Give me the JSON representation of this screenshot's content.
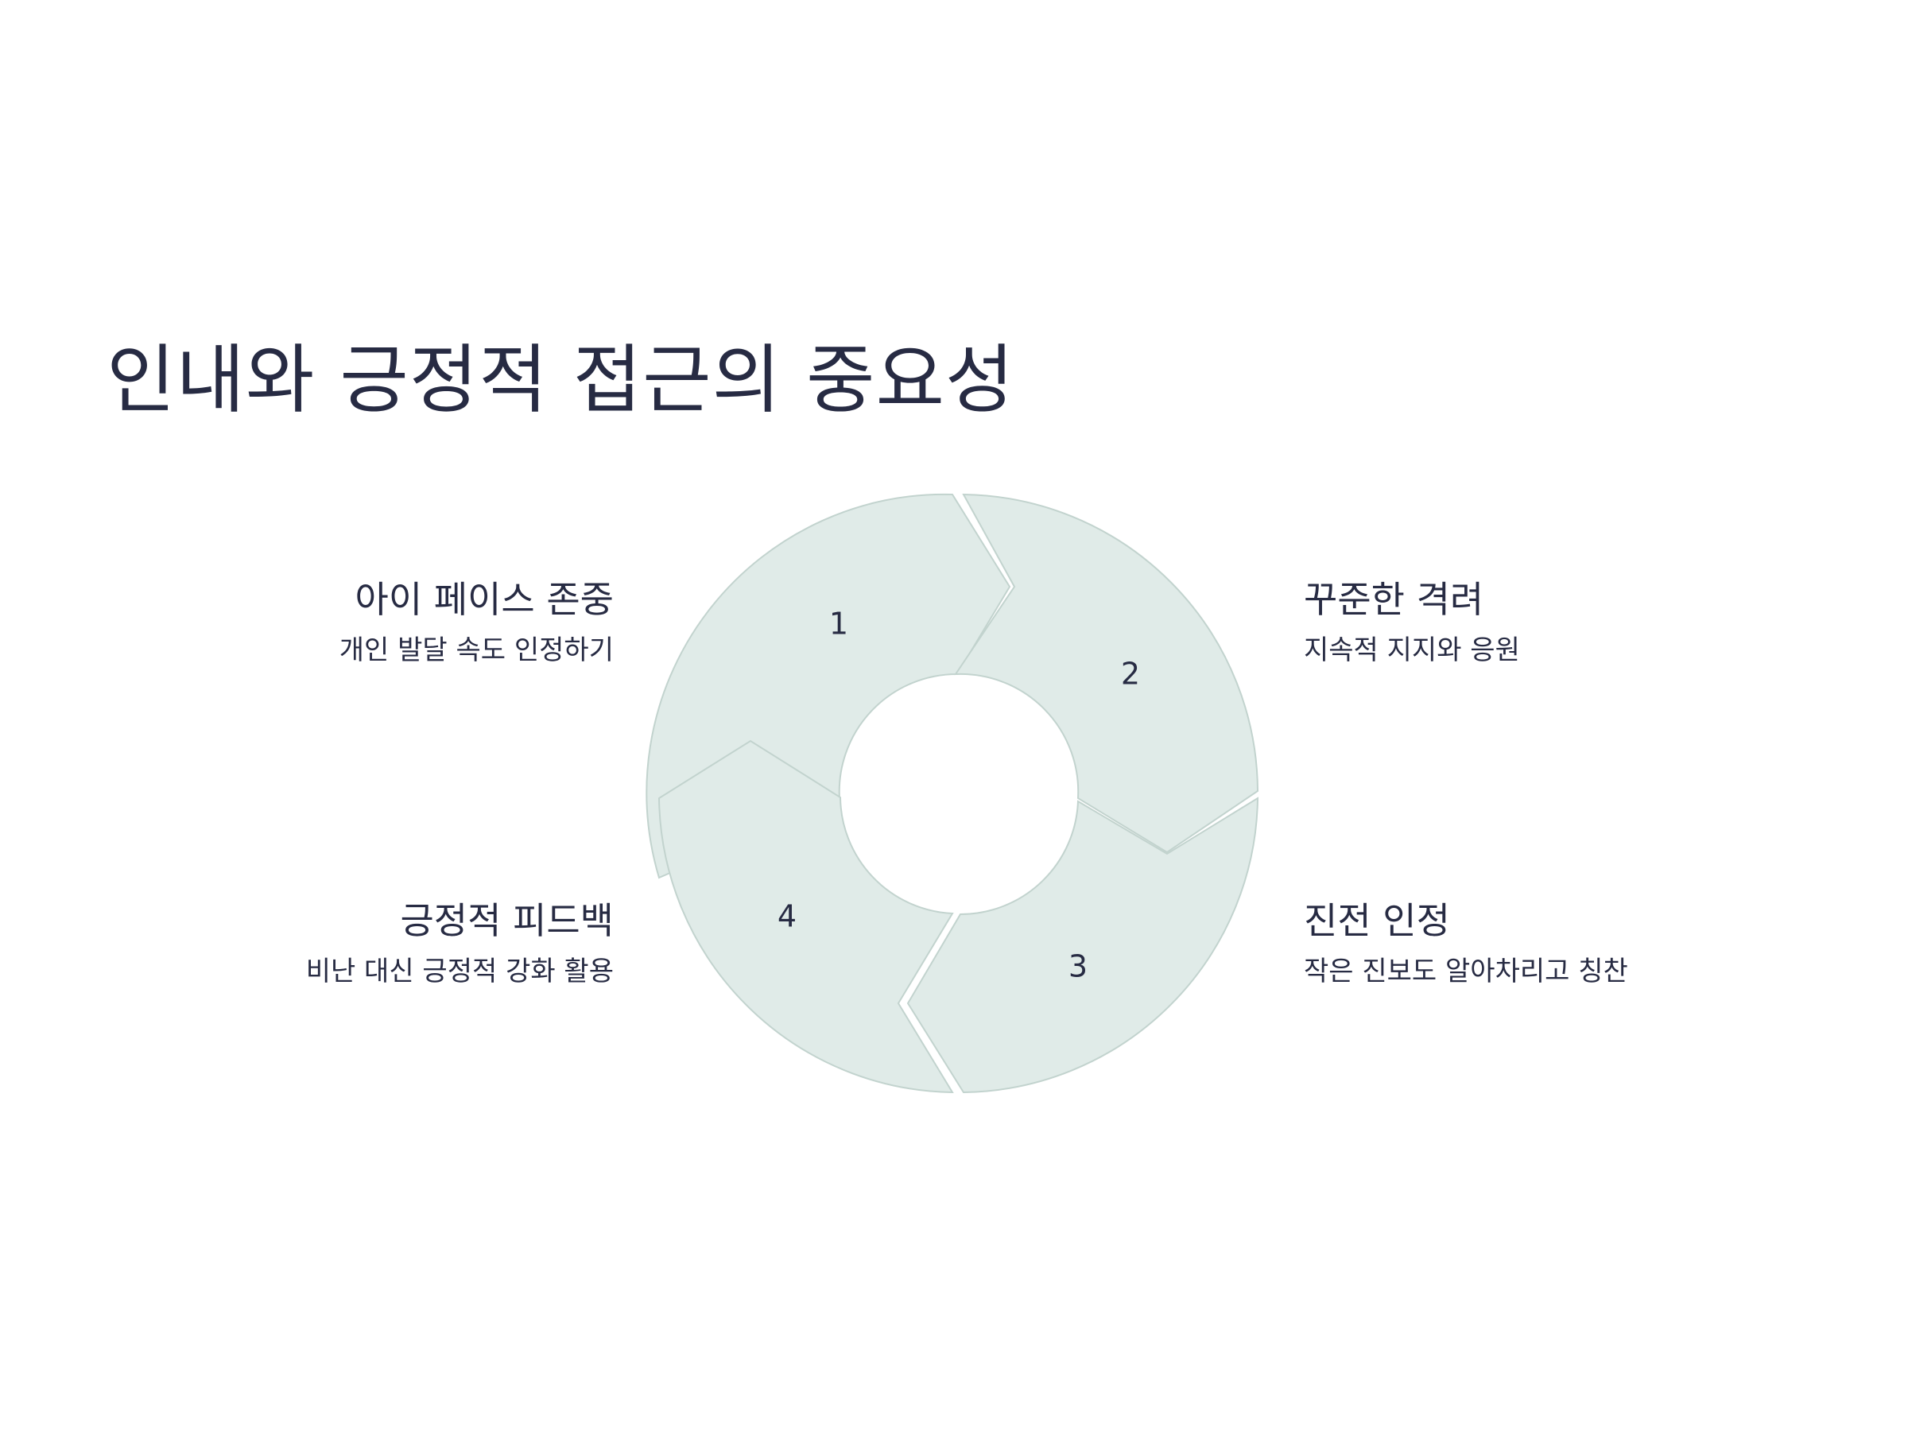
{
  "title": "인내와 긍정적 접근의 중요성",
  "colors": {
    "background": "#ffffff",
    "segment_fill": "#e0ebe8",
    "segment_stroke": "#c2d3ce",
    "text": "#272b43"
  },
  "steps": [
    {
      "number": "1",
      "title": "아이 페이스 존중",
      "description": "개인 발달 속도 인정하기"
    },
    {
      "number": "2",
      "title": "꾸준한 격려",
      "description": "지속적 지지와 응원"
    },
    {
      "number": "3",
      "title": "진전 인정",
      "description": "작은 진보도 알아차리고 칭찬"
    },
    {
      "number": "4",
      "title": "긍정적 피드백",
      "description": "비난 대신 긍정적 강화 활용"
    }
  ]
}
